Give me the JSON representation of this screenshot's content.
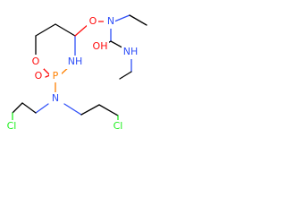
{
  "molecule": {
    "labels": {
      "o_ring": "O",
      "p": "P",
      "o_double": "O",
      "nh_ring": "NH",
      "o_link": "O",
      "n_top": "N",
      "oh": "OH",
      "n_nh": "NH",
      "n_mustard": "N",
      "cl_left": "Cl",
      "cl_right": "Cl"
    },
    "colors": {
      "O": "#ff0d0d",
      "N": "#3050f8",
      "P": "#ff8000",
      "Cl": "#1ff01f",
      "C": "#000000"
    }
  }
}
